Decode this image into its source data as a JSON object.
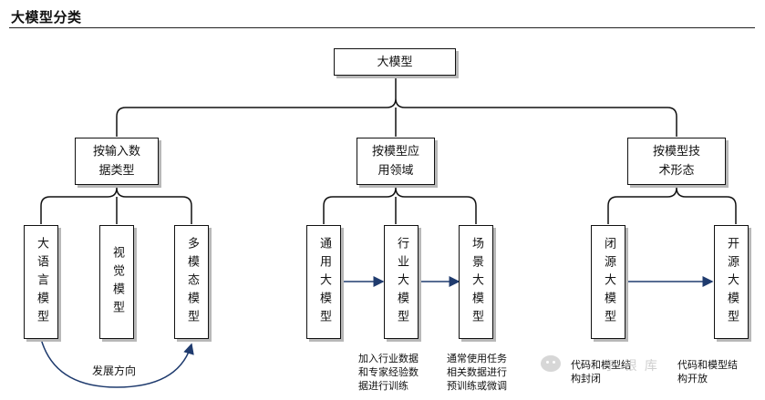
{
  "page": {
    "title": "大模型分类"
  },
  "root": {
    "label": "大模型"
  },
  "categories": [
    {
      "label": "按输入数\n据类型"
    },
    {
      "label": "按模型应\n用领域"
    },
    {
      "label": "按模型技\n术形态"
    }
  ],
  "leaves": [
    {
      "label": "大语言模型"
    },
    {
      "label": "视觉模型"
    },
    {
      "label": "多模态模型"
    },
    {
      "label": "通用大模型"
    },
    {
      "label": "行业大模型"
    },
    {
      "label": "场景大模型"
    },
    {
      "label": "闭源大模型"
    },
    {
      "label": "开源大模型"
    }
  ],
  "annotations": {
    "development_direction": "发展方向",
    "industry_note": "加入行业数据\n和专家经验数\n据进行训练",
    "scenario_note": "通常使用任务\n相关数据进行\n预训练或微调",
    "closed_note": "代码和模型结\n构封闭",
    "open_note": "代码和模型结\n构开放"
  },
  "watermark": {
    "text": "子 银 库"
  }
}
